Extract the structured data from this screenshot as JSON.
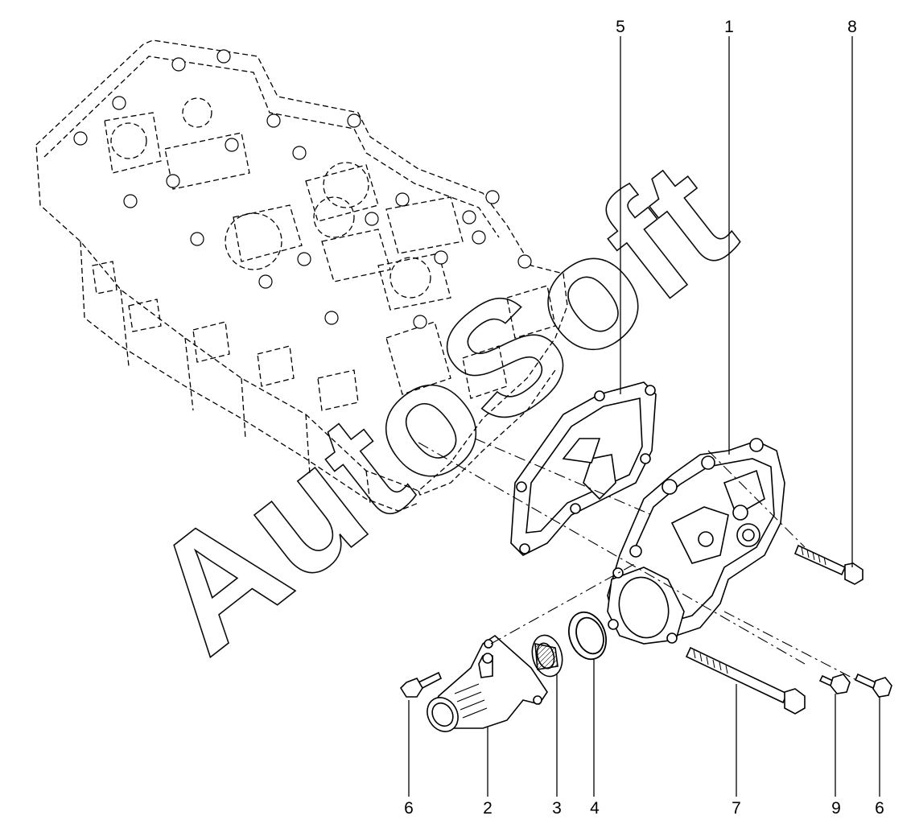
{
  "watermark": "AutoSoft",
  "callouts": {
    "c1": "1",
    "c2": "2",
    "c3": "3",
    "c4": "4",
    "c5": "5",
    "c6a": "6",
    "c6b": "6",
    "c7": "7",
    "c8": "8",
    "c9": "9"
  }
}
